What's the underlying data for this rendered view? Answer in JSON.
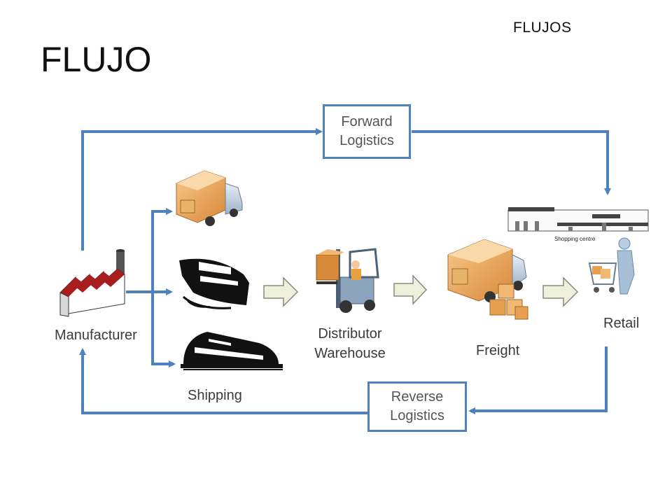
{
  "header": {
    "corner_label": "FLUJOS",
    "title": "FLUJO"
  },
  "diagram": {
    "forward_box": {
      "line1": "Forward",
      "line2": "Logistics"
    },
    "reverse_box": {
      "line1": "Reverse",
      "line2": "Logistics"
    },
    "nodes": {
      "manufacturer": "Manufacturer",
      "shipping": "Shipping",
      "distributor_line1": "Distributor",
      "distributor_line2": "Warehouse",
      "freight": "Freight",
      "retail": "Retail"
    },
    "store_sign": "Shopping centre",
    "colors": {
      "arrow": "#4f81bd",
      "block_arrow_fill": "#eef0dc",
      "block_arrow_stroke": "#8a8a7a"
    }
  }
}
